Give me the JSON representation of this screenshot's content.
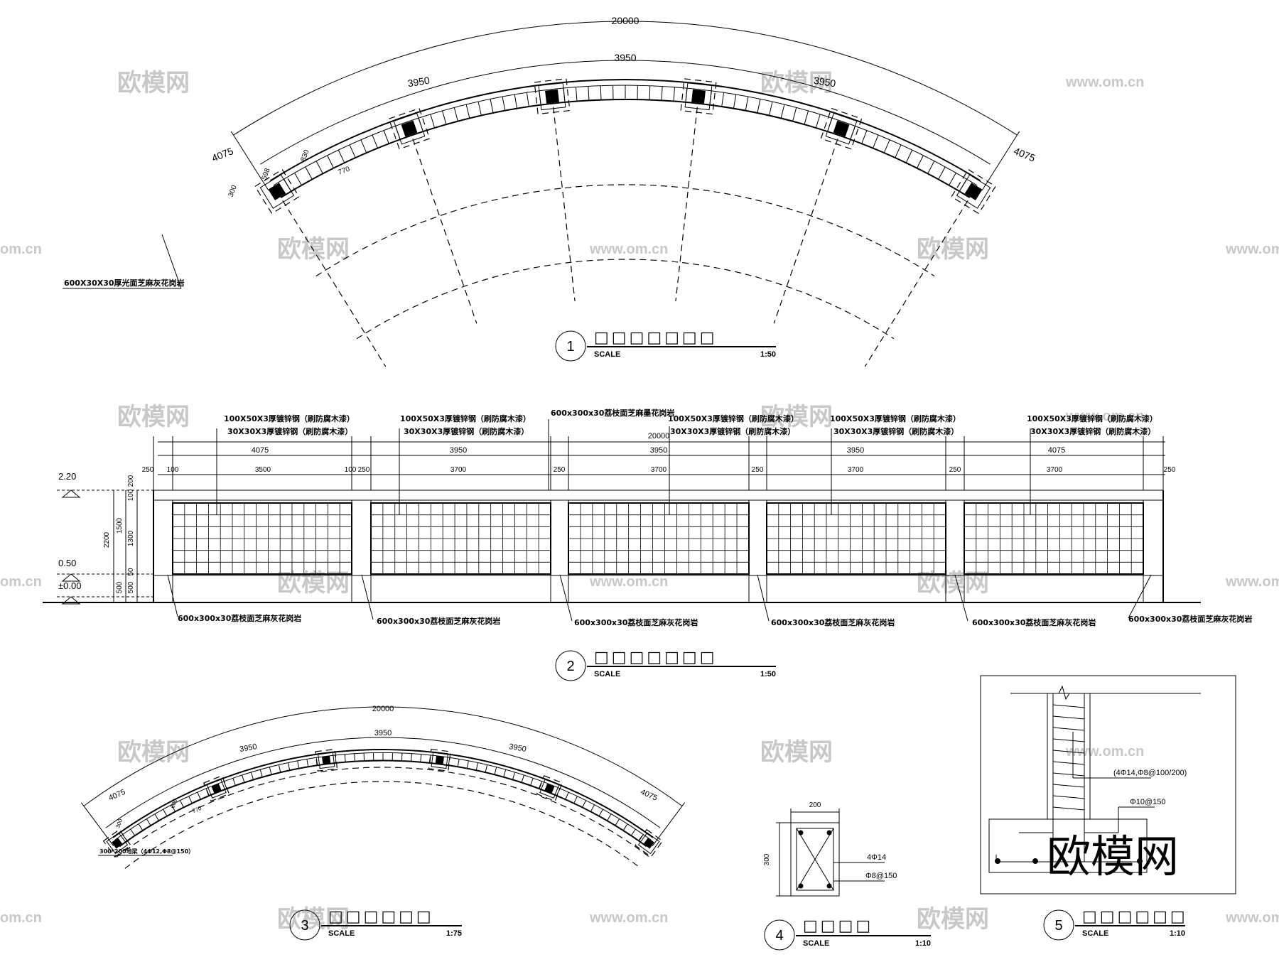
{
  "watermark": {
    "brand": "欧模网",
    "url": "www.om.cn",
    "url_short": "om.cn"
  },
  "plan1": {
    "dims": {
      "overall": "20000",
      "d1": "4075",
      "d2": "3950",
      "d3": "3950",
      "d4": "3950",
      "d5": "4075",
      "w300": "300",
      "w598": "598",
      "w830": "830",
      "w770": "770"
    },
    "label": "600X30X30厚光面芝麻灰花岗岩",
    "title": {
      "number": "1",
      "name": "□□□□□□□",
      "scale_label": "SCALE",
      "scale": "1:50"
    }
  },
  "elev2": {
    "beam_labels": [
      "100X50X3厚镀锌钢（刷防腐木漆）",
      "30X30X3厚镀锌钢（刷防腐木漆）"
    ],
    "top_stone_label": "600x300x30荔枝面芝麻墨花岗岩",
    "overall": "20000",
    "bays": [
      "4075",
      "3950",
      "3950",
      "3950",
      "4075"
    ],
    "sub": {
      "a": "250",
      "b": "100",
      "c": "3500",
      "d": "3700"
    },
    "levels": {
      "top": "2.20",
      "mid": "0.50",
      "zero": "±0.00"
    },
    "vdims": {
      "total": "2200",
      "v200": "200",
      "v100": "100",
      "v1500": "1500",
      "v1300": "1300",
      "v50": "50",
      "v500": "500"
    },
    "stone_label": "600x300x30荔枝面芝麻灰花岗岩",
    "title": {
      "number": "2",
      "name": "□□□□□□□",
      "scale_label": "SCALE",
      "scale": "1:50"
    }
  },
  "plan3": {
    "dims": {
      "overall": "20000",
      "d1": "4075",
      "d2": "3950",
      "d3": "3950",
      "d4": "3950",
      "d5": "4075",
      "w770": "770",
      "w300": "300",
      "w600": "600"
    },
    "label": "300*200地梁（4Φ12,Φ8@150）",
    "title": {
      "number": "3",
      "name": "□□□□□□",
      "scale_label": "SCALE",
      "scale": "1:75"
    }
  },
  "sect4": {
    "w": "200",
    "h": "300",
    "rebar1": "4Φ14",
    "rebar2": "Φ8@150",
    "title": {
      "number": "4",
      "name": "□□□□",
      "scale_label": "SCALE",
      "scale": "1:10"
    }
  },
  "sect5": {
    "rebar1": "(4Φ14,Φ8@100/200)",
    "rebar2": "Φ10@150",
    "title": {
      "number": "5",
      "name": "□□□□□□",
      "scale_label": "SCALE",
      "scale": "1:10"
    }
  }
}
